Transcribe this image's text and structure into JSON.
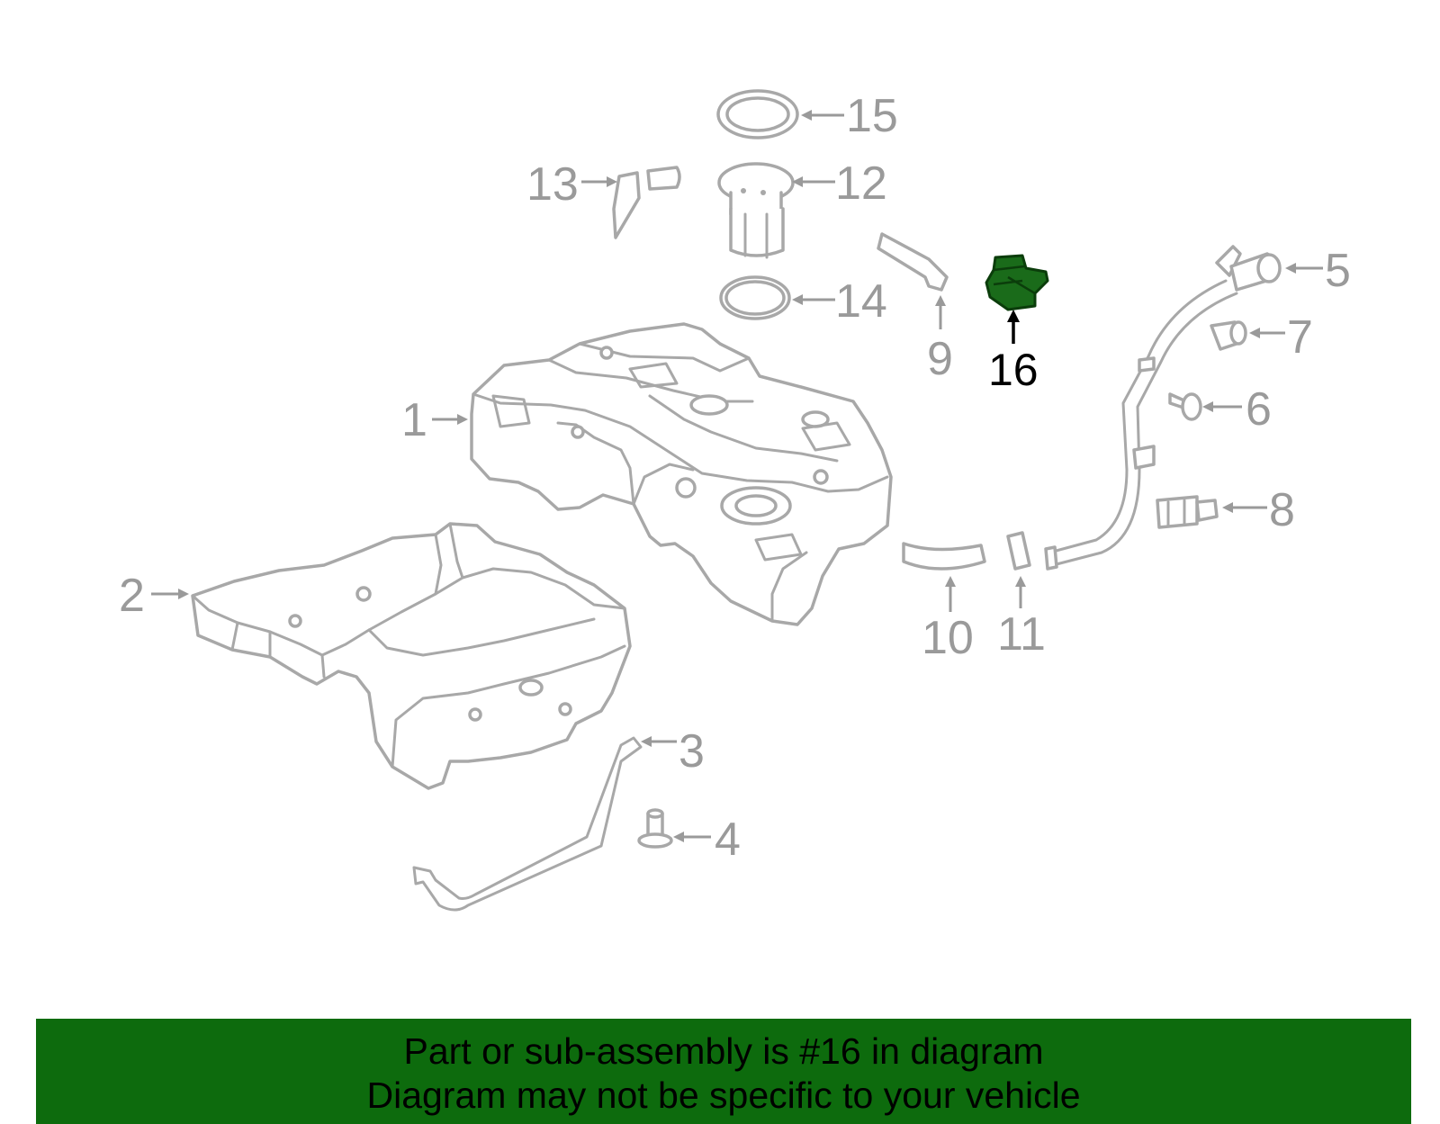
{
  "colors": {
    "footer_background": "#0d6b0d",
    "highlight_part": "#1a6b1a",
    "part_outline": "#a8a8a8",
    "callout_text": "#9a9a9a",
    "highlight_text": "#000000"
  },
  "callouts": {
    "c1": "1",
    "c2": "2",
    "c3": "3",
    "c4": "4",
    "c5": "5",
    "c6": "6",
    "c7": "7",
    "c8": "8",
    "c9": "9",
    "c10": "10",
    "c11": "11",
    "c12": "12",
    "c13": "13",
    "c14": "14",
    "c15": "15",
    "c16": "16"
  },
  "highlighted_part": "16",
  "footer": {
    "line1": "Part or sub-assembly is #16 in diagram",
    "line2": "Diagram may not be specific to your vehicle"
  }
}
